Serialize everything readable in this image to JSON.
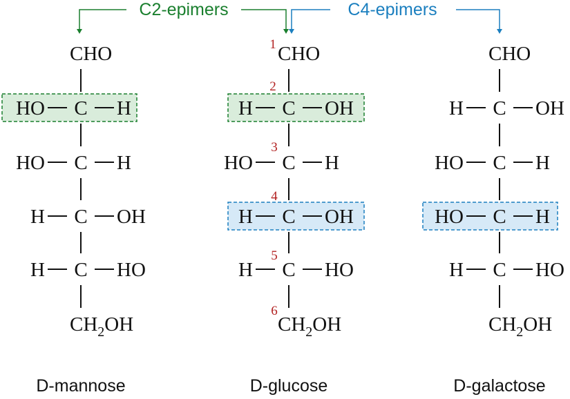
{
  "epimer_labels": {
    "c2": "C2-epimers",
    "c4": "C4-epimers"
  },
  "colors": {
    "c2": "#1a7f2e",
    "c4": "#1b7fbf",
    "c2_fill": "#d9ecdb",
    "c4_fill": "#d6e9f7",
    "carbon_number": "#b22222"
  },
  "carbon_numbers": [
    "1",
    "2",
    "3",
    "4",
    "5",
    "6"
  ],
  "molecules": [
    {
      "name": "D-mannose",
      "top": "CHO",
      "rows": [
        {
          "left": "HO",
          "center": "C",
          "right": "H"
        },
        {
          "left": "HO",
          "center": "C",
          "right": "H"
        },
        {
          "left": "H",
          "center": "C",
          "right": "OH"
        },
        {
          "left": "H",
          "center": "C",
          "right": "HO"
        }
      ],
      "bottom": {
        "main": "CH",
        "sub": "2",
        "tail": "OH"
      }
    },
    {
      "name": "D-glucose",
      "top": "CHO",
      "rows": [
        {
          "left": "H",
          "center": "C",
          "right": "OH"
        },
        {
          "left": "HO",
          "center": "C",
          "right": "H"
        },
        {
          "left": "H",
          "center": "C",
          "right": "OH"
        },
        {
          "left": "H",
          "center": "C",
          "right": "HO"
        }
      ],
      "bottom": {
        "main": "CH",
        "sub": "2",
        "tail": "OH"
      }
    },
    {
      "name": "D-galactose",
      "top": "CHO",
      "rows": [
        {
          "left": "H",
          "center": "C",
          "right": "OH"
        },
        {
          "left": "HO",
          "center": "C",
          "right": "H"
        },
        {
          "left": "HO",
          "center": "C",
          "right": "H"
        },
        {
          "left": "H",
          "center": "C",
          "right": "HO"
        }
      ],
      "bottom": {
        "main": "CH",
        "sub": "2",
        "tail": "OH"
      }
    }
  ]
}
